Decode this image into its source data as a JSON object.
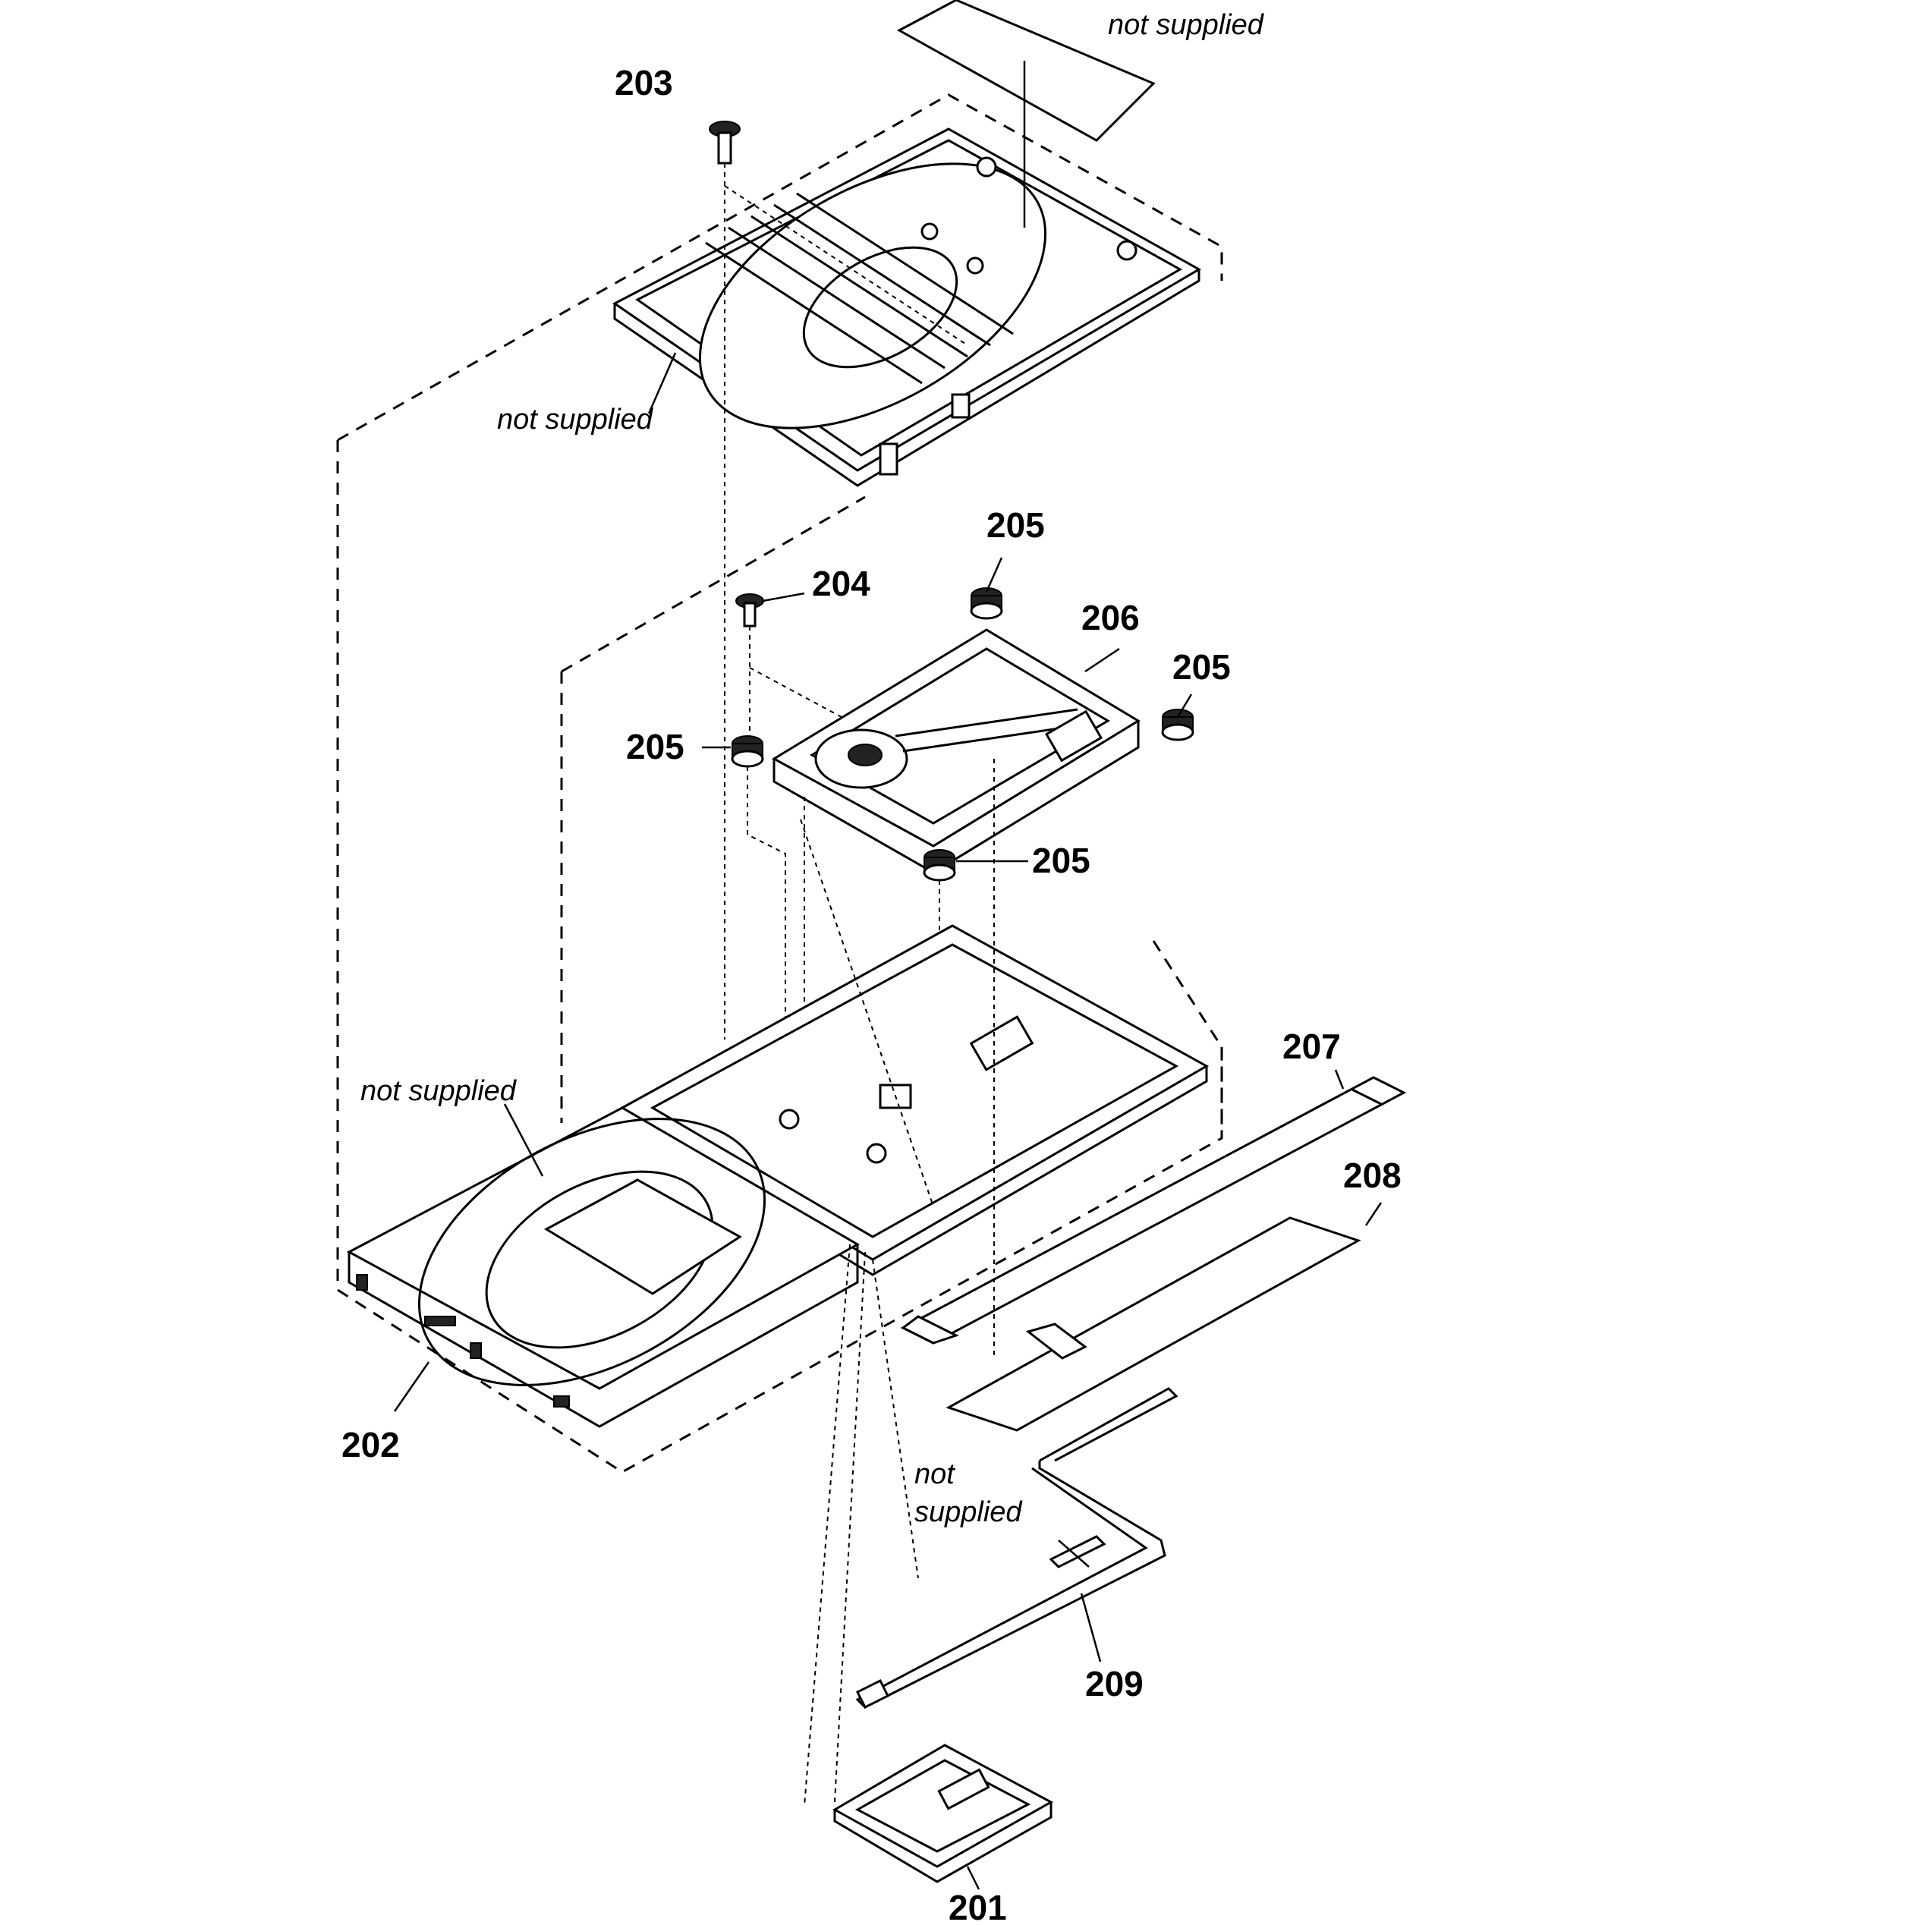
{
  "parts": {
    "p201": "201",
    "p202": "202",
    "p203": "203",
    "p204": "204",
    "p205": "205",
    "p206": "206",
    "p207": "207",
    "p208": "208",
    "p209": "209"
  },
  "notes": {
    "not_supplied": "not supplied",
    "not": "not",
    "supplied": "supplied"
  }
}
